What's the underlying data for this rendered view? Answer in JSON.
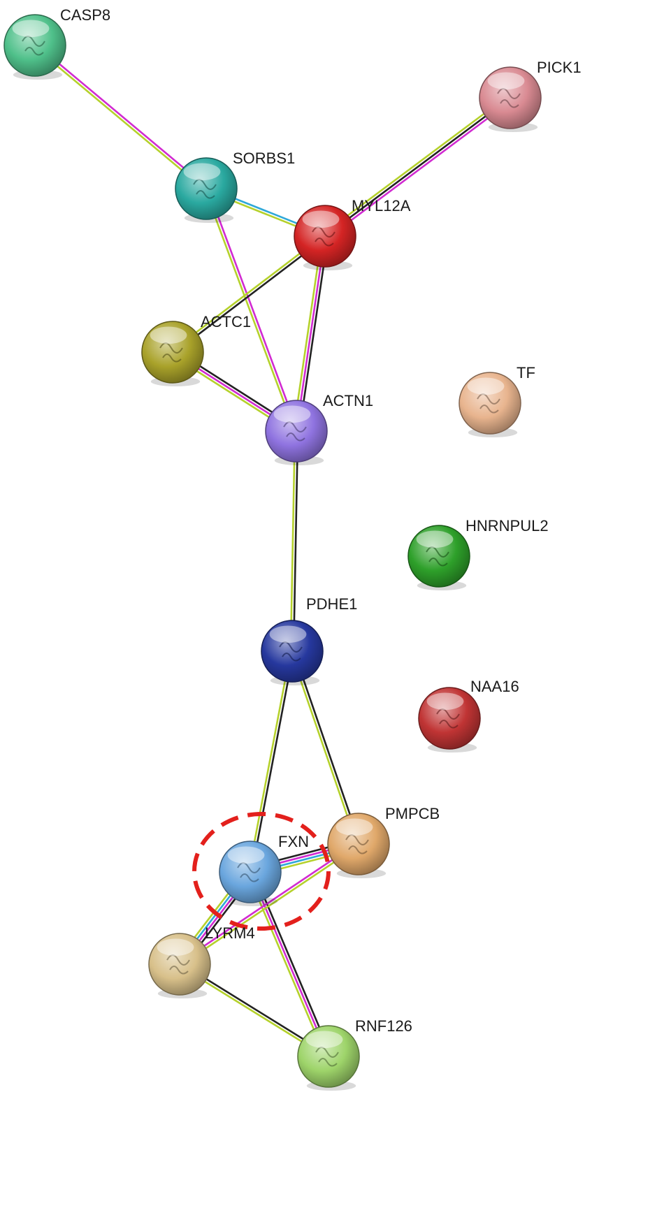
{
  "diagram": {
    "type": "protein-interaction-network",
    "highlighted_node": "FXN",
    "nodes": [
      {
        "id": "CASP8",
        "label": "CASP8",
        "color": "#4fc08a"
      },
      {
        "id": "PICK1",
        "label": "PICK1",
        "color": "#d98a92"
      },
      {
        "id": "SORBS1",
        "label": "SORBS1",
        "color": "#2aa9a0"
      },
      {
        "id": "MYL12A",
        "label": "MYL12A",
        "color": "#d42424"
      },
      {
        "id": "ACTC1",
        "label": "ACTC1",
        "color": "#a9a22a"
      },
      {
        "id": "ACTN1",
        "label": "ACTN1",
        "color": "#8f73e0"
      },
      {
        "id": "TF",
        "label": "TF",
        "color": "#e8b48e"
      },
      {
        "id": "HNRNPUL2",
        "label": "HNRNPUL2",
        "color": "#2ea02a"
      },
      {
        "id": "PDHE1",
        "label": "PDHE1",
        "color": "#26389e"
      },
      {
        "id": "NAA16",
        "label": "NAA16",
        "color": "#c03434"
      },
      {
        "id": "PMPCB",
        "label": "PMPCB",
        "color": "#e0a86a"
      },
      {
        "id": "FXN",
        "label": "FXN",
        "color": "#6aa6de"
      },
      {
        "id": "LYRM4",
        "label": "LYRM4",
        "color": "#d8c08a"
      },
      {
        "id": "RNF126",
        "label": "RNF126",
        "color": "#9ed46a"
      }
    ],
    "edge_colors": {
      "yellowgreen": "#b5d12c",
      "magenta": "#d12bd1",
      "black": "#222222",
      "cyan": "#2fa8d8"
    },
    "edges": [
      {
        "source": "CASP8",
        "target": "SORBS1",
        "types": [
          "magenta",
          "yellowgreen"
        ]
      },
      {
        "source": "PICK1",
        "target": "MYL12A",
        "types": [
          "magenta",
          "black",
          "yellowgreen"
        ]
      },
      {
        "source": "SORBS1",
        "target": "MYL12A",
        "types": [
          "cyan",
          "yellowgreen"
        ]
      },
      {
        "source": "SORBS1",
        "target": "ACTN1",
        "types": [
          "magenta",
          "yellowgreen"
        ]
      },
      {
        "source": "MYL12A",
        "target": "ACTC1",
        "types": [
          "black",
          "yellowgreen"
        ]
      },
      {
        "source": "MYL12A",
        "target": "ACTN1",
        "types": [
          "black",
          "magenta",
          "yellowgreen"
        ]
      },
      {
        "source": "ACTC1",
        "target": "ACTN1",
        "types": [
          "black",
          "magenta",
          "yellowgreen"
        ]
      },
      {
        "source": "ACTN1",
        "target": "PDHE1",
        "types": [
          "black",
          "yellowgreen"
        ]
      },
      {
        "source": "PDHE1",
        "target": "FXN",
        "types": [
          "black",
          "yellowgreen"
        ]
      },
      {
        "source": "PDHE1",
        "target": "PMPCB",
        "types": [
          "black",
          "yellowgreen"
        ]
      },
      {
        "source": "FXN",
        "target": "PMPCB",
        "types": [
          "black",
          "magenta",
          "cyan",
          "yellowgreen"
        ]
      },
      {
        "source": "FXN",
        "target": "LYRM4",
        "types": [
          "black",
          "magenta",
          "cyan",
          "yellowgreen"
        ]
      },
      {
        "source": "FXN",
        "target": "RNF126",
        "types": [
          "black",
          "magenta",
          "yellowgreen"
        ]
      },
      {
        "source": "LYRM4",
        "target": "PMPCB",
        "types": [
          "magenta",
          "yellowgreen"
        ]
      },
      {
        "source": "LYRM4",
        "target": "RNF126",
        "types": [
          "black",
          "yellowgreen"
        ]
      }
    ]
  }
}
